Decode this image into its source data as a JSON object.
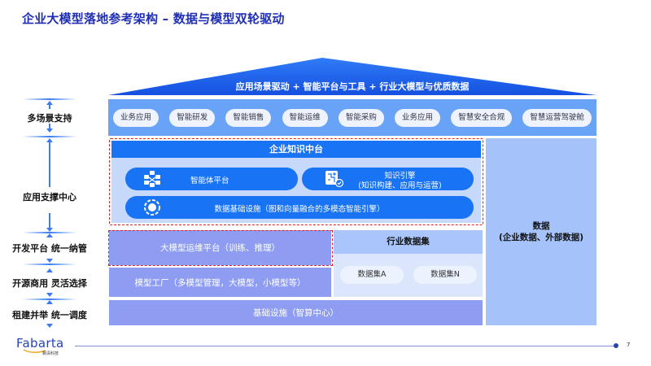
{
  "title": "企业大模型落地参考架构 – 数据与模型双轮驱动",
  "roof": {
    "text": "应用场景驱动 + 智能平台与工具 + 行业大模型与优质数据"
  },
  "scenarios": [
    "业务应用",
    "智能研发",
    "智能销售",
    "智能运维",
    "智能采购",
    "业务应用",
    "智慧安全合规",
    "智慧运营驾驶舱"
  ],
  "knowledge_platform": {
    "title": "企业知识中台",
    "agent_platform": {
      "label": "智能体平台",
      "icon": "agent-network-icon"
    },
    "knowledge_engine": {
      "label_line1": "知识引擎",
      "label_line2": "(知识构建、应用与运营)",
      "icon": "knowledge-engine-icon"
    },
    "data_infra": {
      "label": "数据基础设施（图和向量融合的多模态智能引擎）",
      "icon": "data-hub-icon"
    }
  },
  "model_ops": "大模型运维平台（训练、推理）",
  "model_factory": "模型工厂（多模型管理，大模型，小模型等）",
  "industry_dataset": {
    "title": "行业数据集",
    "items": [
      "数据集A",
      "数据集N"
    ]
  },
  "infrastructure": "基础设施（智算中心）",
  "data_column": {
    "line1": "数据",
    "line2": "(企业数据、外部数据)"
  },
  "left_labels": [
    "多场景支持",
    "应用支撑中心",
    "开发平台 统一纳管",
    "开源商用 灵活选择",
    "租建并举 统一调度"
  ],
  "footer": {
    "logo": "Fabarta",
    "logo_sub": "枫清科技",
    "page_number": "7"
  },
  "colors": {
    "title": "#1f2fb5",
    "roof": "#1b64f0",
    "scenario_band": "#69a3f7",
    "primary_blue": "#1873f5",
    "lavender": "#8e9df1",
    "data_column": "#a5c3fa",
    "dashed_highlight": "#e02020"
  }
}
